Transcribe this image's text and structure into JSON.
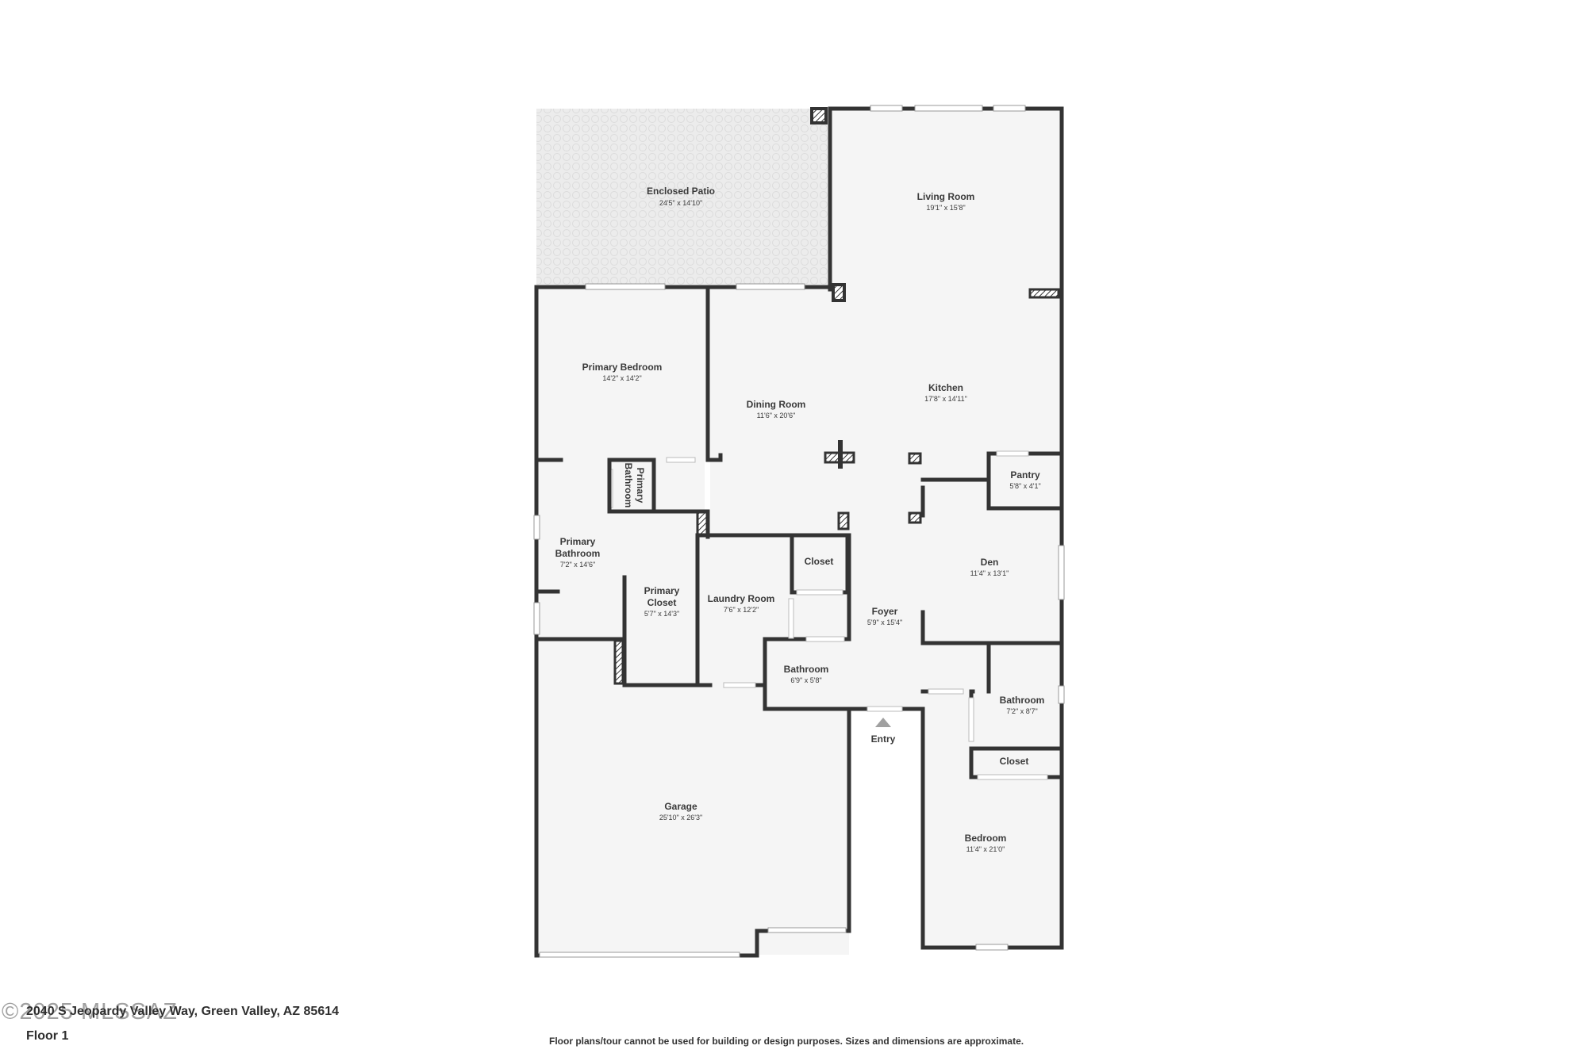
{
  "rooms": [
    {
      "id": "enclosed-patio",
      "name": "Enclosed Patio",
      "dim": "24'5\" x 14'10\""
    },
    {
      "id": "living-room",
      "name": "Living Room",
      "dim": "19'1\" x 15'8\""
    },
    {
      "id": "primary-bedroom",
      "name": "Primary Bedroom",
      "dim": "14'2\" x 14'2\""
    },
    {
      "id": "dining-room",
      "name": "Dining Room",
      "dim": "11'6\" x 20'6\""
    },
    {
      "id": "kitchen",
      "name": "Kitchen",
      "dim": "17'8\" x 14'11\""
    },
    {
      "id": "pantry",
      "name": "Pantry",
      "dim": "5'8\" x 4'1\""
    },
    {
      "id": "primary-bathroom",
      "name_lines": [
        "Primary",
        "Bathroom"
      ],
      "dim": "7'2\" x 14'6\""
    },
    {
      "id": "primary-closet",
      "name_lines": [
        "Primary",
        "Closet"
      ],
      "dim": "5'7\" x 14'3\""
    },
    {
      "id": "laundry-room",
      "name": "Laundry Room",
      "dim": "7'6\" x 12'2\""
    },
    {
      "id": "closet-hall",
      "name": "Closet"
    },
    {
      "id": "den",
      "name": "Den",
      "dim": "11'4\" x 13'1\""
    },
    {
      "id": "foyer",
      "name": "Foyer",
      "dim": "5'9\" x 15'4\""
    },
    {
      "id": "bathroom-hall",
      "name": "Bathroom",
      "dim": "6'9\" x 5'8\""
    },
    {
      "id": "bathroom-east",
      "name": "Bathroom",
      "dim": "7'2\" x 8'7\""
    },
    {
      "id": "closet-bedroom",
      "name": "Closet"
    },
    {
      "id": "bedroom",
      "name": "Bedroom",
      "dim": "11'4\" x 21'0\""
    },
    {
      "id": "garage",
      "name": "Garage",
      "dim": "25'10\" x 26'3\""
    },
    {
      "id": "primary-bathroom-wc",
      "name_lines": [
        "Primary",
        "Bathroom"
      ]
    }
  ],
  "entry_label": "Entry",
  "footer": {
    "address": "2040 S Jeopardy Valley Way, Green Valley, AZ 85614",
    "watermark": "©2025 MLSSAZ",
    "floor": "Floor 1",
    "disclaimer": "Floor plans/tour cannot be used for building or design purposes. Sizes and dimensions are approximate."
  },
  "colors": {
    "wall": "#333333",
    "floor": "#f5f5f5",
    "patio": "#ececec",
    "window": "#ffffff",
    "text": "#3a3a3a"
  }
}
